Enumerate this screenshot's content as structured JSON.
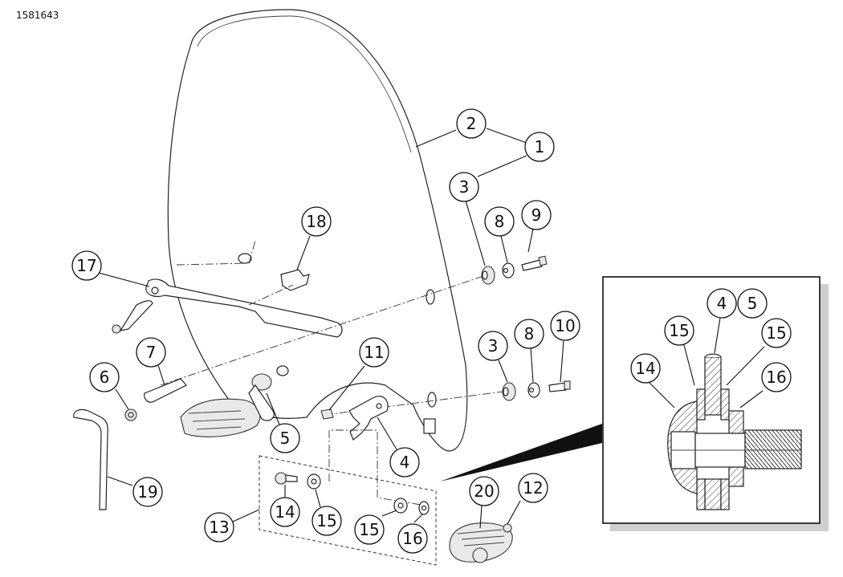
{
  "document_id": "1581643",
  "callouts": {
    "c1": "1",
    "c2": "2",
    "c3a": "3",
    "c3b": "3",
    "c4": "4",
    "c5": "5",
    "c6": "6",
    "c7": "7",
    "c8a": "8",
    "c8b": "8",
    "c9": "9",
    "c10": "10",
    "c11": "11",
    "c12": "12",
    "c13": "13",
    "c14": "14",
    "c15a": "15",
    "c15b": "15",
    "c16": "16",
    "c17": "17",
    "c18": "18",
    "c19": "19",
    "c20": "20"
  },
  "detail_callouts": {
    "d4": "4",
    "d5": "5",
    "d15a": "15",
    "d15b": "15",
    "d14": "14",
    "d16": "16"
  }
}
